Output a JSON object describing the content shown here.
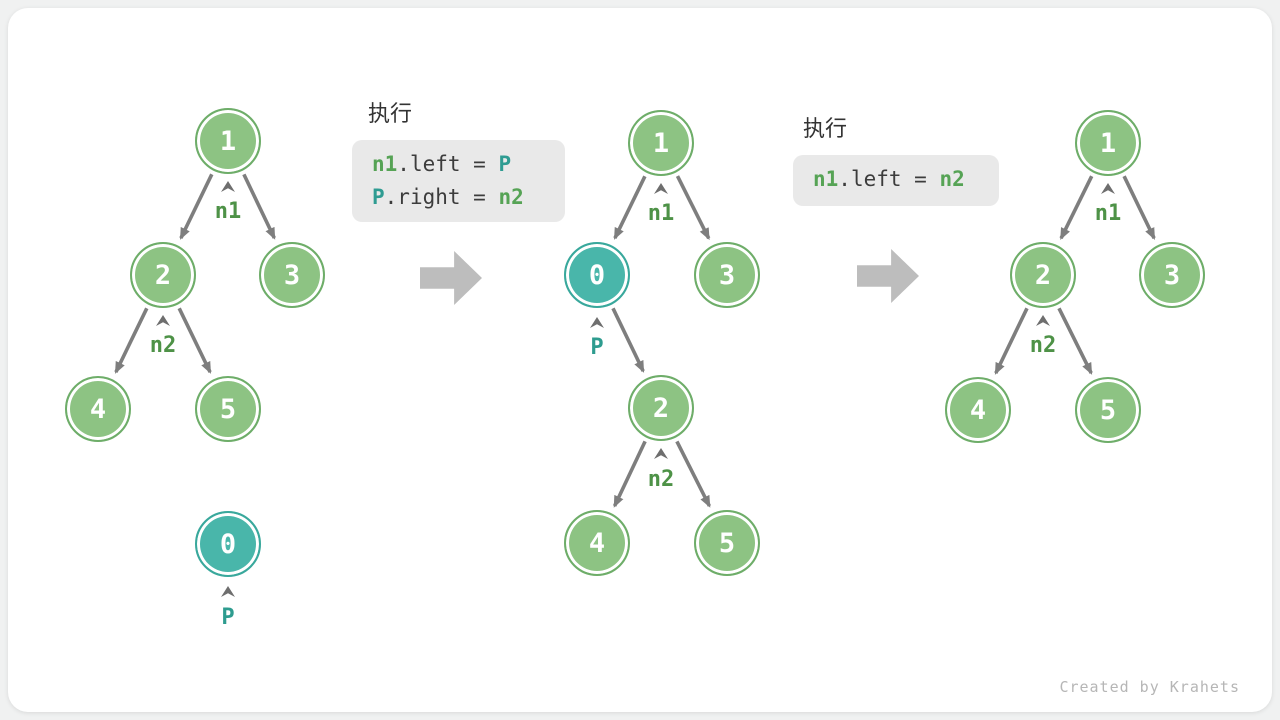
{
  "watermark": "Created by Krahets",
  "colors": {
    "page_background": "#f0f1f1",
    "card_background": "#ffffff",
    "node_green_fill": "#8DC383",
    "node_green_border": "#6EAD69",
    "node_teal_fill": "#49B6AA",
    "node_teal_border": "#39A89C",
    "edge_gray": "#7E7E7E",
    "label_green": "#4E9247",
    "label_teal": "#2E9C8F",
    "code_box_background": "#E9E9E9",
    "code_plain": "#3C3C3C",
    "code_green": "#56A355",
    "code_teal": "#2F9C92",
    "big_arrow_gray": "#BDBDBD"
  },
  "code_blocks": [
    {
      "heading": "执行",
      "lines": [
        {
          "tokens": [
            {
              "text": "n1",
              "color": "green"
            },
            {
              "text": ".left = ",
              "color": "plain"
            },
            {
              "text": "P",
              "color": "teal"
            }
          ]
        },
        {
          "tokens": [
            {
              "text": "P",
              "color": "teal"
            },
            {
              "text": ".right = ",
              "color": "plain"
            },
            {
              "text": "n2",
              "color": "green"
            }
          ]
        }
      ]
    },
    {
      "heading": "执行",
      "lines": [
        {
          "tokens": [
            {
              "text": "n1",
              "color": "green"
            },
            {
              "text": ".left = ",
              "color": "plain"
            },
            {
              "text": "n2",
              "color": "green"
            }
          ]
        }
      ]
    }
  ],
  "trees": [
    {
      "name": "before",
      "nodes": [
        {
          "value": "1",
          "color": "green"
        },
        {
          "value": "2",
          "color": "green"
        },
        {
          "value": "3",
          "color": "green"
        },
        {
          "value": "4",
          "color": "green"
        },
        {
          "value": "5",
          "color": "green"
        },
        {
          "value": "0",
          "color": "teal"
        }
      ],
      "labels": [
        {
          "text": "n1",
          "color": "green"
        },
        {
          "text": "n2",
          "color": "green"
        },
        {
          "text": "P",
          "color": "teal"
        }
      ],
      "edges": [
        [
          "1",
          "2"
        ],
        [
          "1",
          "3"
        ],
        [
          "2",
          "4"
        ],
        [
          "2",
          "5"
        ]
      ]
    },
    {
      "name": "during",
      "nodes": [
        {
          "value": "1",
          "color": "green"
        },
        {
          "value": "0",
          "color": "teal"
        },
        {
          "value": "3",
          "color": "green"
        },
        {
          "value": "2",
          "color": "green"
        },
        {
          "value": "4",
          "color": "green"
        },
        {
          "value": "5",
          "color": "green"
        }
      ],
      "labels": [
        {
          "text": "n1",
          "color": "green"
        },
        {
          "text": "P",
          "color": "teal"
        },
        {
          "text": "n2",
          "color": "green"
        }
      ],
      "edges": [
        [
          "1",
          "0"
        ],
        [
          "1",
          "3"
        ],
        [
          "0",
          "2"
        ],
        [
          "2",
          "4"
        ],
        [
          "2",
          "5"
        ]
      ]
    },
    {
      "name": "after",
      "nodes": [
        {
          "value": "1",
          "color": "green"
        },
        {
          "value": "2",
          "color": "green"
        },
        {
          "value": "3",
          "color": "green"
        },
        {
          "value": "4",
          "color": "green"
        },
        {
          "value": "5",
          "color": "green"
        }
      ],
      "labels": [
        {
          "text": "n1",
          "color": "green"
        },
        {
          "text": "n2",
          "color": "green"
        }
      ],
      "edges": [
        [
          "1",
          "2"
        ],
        [
          "1",
          "3"
        ],
        [
          "2",
          "4"
        ],
        [
          "2",
          "5"
        ]
      ]
    }
  ]
}
